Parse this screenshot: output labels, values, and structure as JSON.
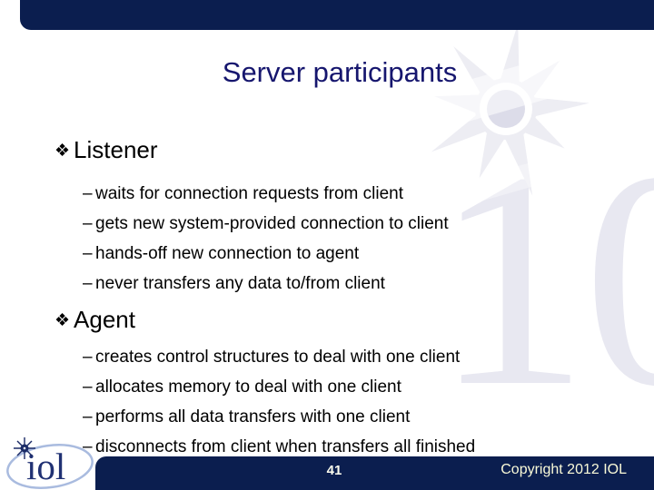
{
  "slide": {
    "title": "Server participants",
    "bullet_glyph": "❖",
    "dash_glyph": "–",
    "bullets": [
      {
        "label": "Listener",
        "items": [
          "waits for connection requests from client",
          "gets new system-provided connection to client",
          "hands-off new connection to agent",
          "never transfers any data to/from client"
        ]
      },
      {
        "label": "Agent",
        "items": [
          "creates control structures to deal with one client",
          "allocates memory to deal with one client",
          "performs all data transfers with one client",
          "disconnects from client when transfers all finished"
        ]
      }
    ],
    "footer": {
      "page_number": "41",
      "copyright": "Copyright 2012 IOL"
    },
    "logo_text": "iol",
    "watermark_text": "10",
    "colors": {
      "bar_navy": "#0b1e4f",
      "title_navy": "#16166e",
      "body_text": "#000000",
      "watermark_light": "#e8e8f1",
      "watermark_sun_ray": "#ededf3",
      "watermark_sun_center": "#dcdce9",
      "page_number_text": "#fffff0",
      "copyright_text": "#fafad8",
      "logo_ellipse_stroke": "#a9bbdf",
      "logo_text_color": "#203173"
    }
  }
}
